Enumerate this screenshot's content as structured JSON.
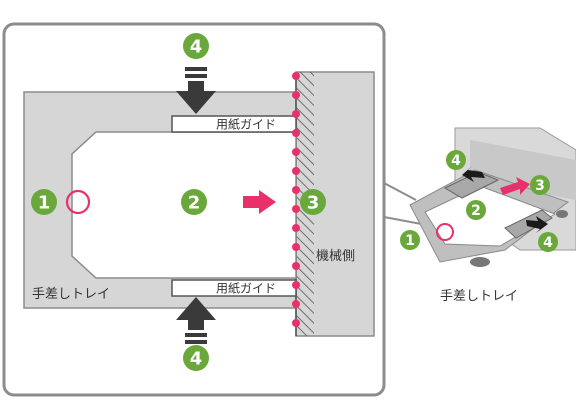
{
  "labels": {
    "guide_top": "用紙ガイド",
    "guide_bottom": "用紙ガイド",
    "machine_side": "機械側",
    "bypass_tray": "手差しトレイ",
    "bypass_tray_photo": "手差しトレイ"
  },
  "steps": {
    "n1": "1",
    "n2": "2",
    "n3": "3",
    "n4": "4"
  },
  "colors": {
    "step_green": "#6aa83c",
    "accent_pink": "#e8316a",
    "tray_gray": "#d6d6d6",
    "frame_gray": "#8c8c8c",
    "arrow_dark": "#3a3a3a"
  },
  "icons": {
    "guide_arrow": "arrow-down-with-bars",
    "feed_arrow": "arrow-right",
    "edge_marker": "circle-outline"
  }
}
